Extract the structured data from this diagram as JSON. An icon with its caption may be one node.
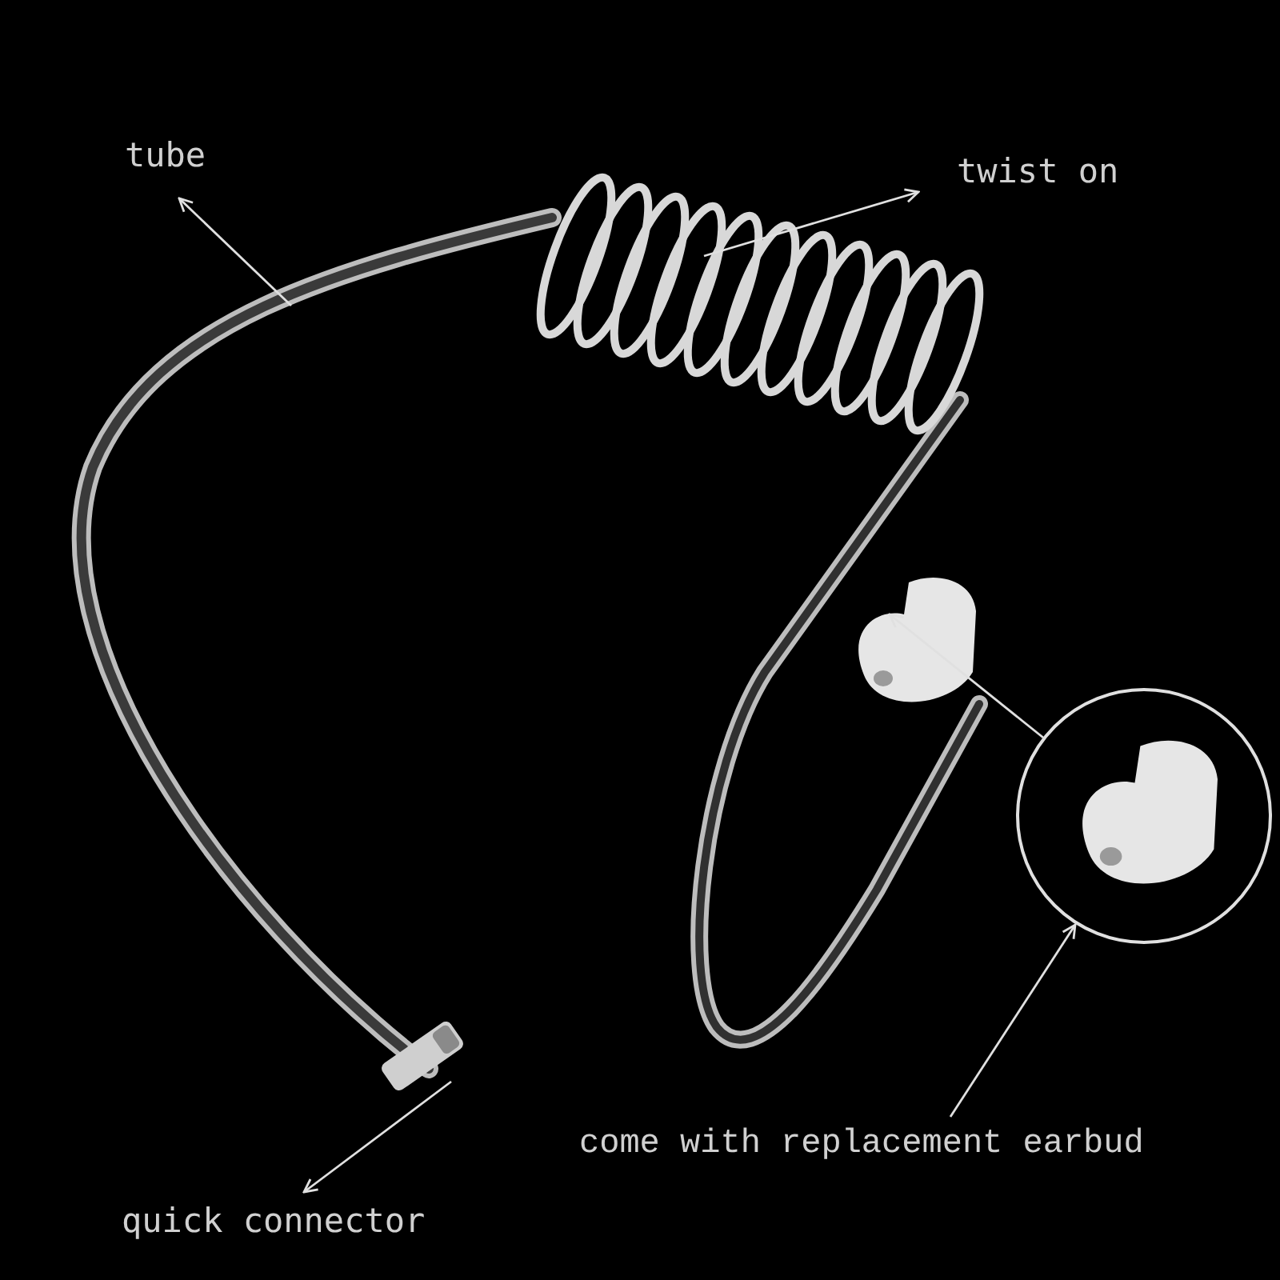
{
  "diagram": {
    "nodes": [
      {
        "text": [
          "tube"
        ]
      },
      {
        "text": [],
        "shape": "picture"
      },
      {
        "text": [
          "twist on"
        ]
      },
      {
        "text": [],
        "shape": "picture"
      },
      {
        "text": [],
        "shape": "picture"
      },
      {
        "text": [],
        "shape": "circle"
      },
      {
        "text": [
          "come with replacement earbud"
        ]
      },
      {
        "text": [],
        "shape": "picture"
      },
      {
        "text": [
          "quick connector"
        ]
      }
    ],
    "edges": [
      {
        "from": 1,
        "to": 0,
        "arrow": "to"
      },
      {
        "from": 3,
        "to": 2,
        "arrow": "to"
      },
      {
        "from": 5,
        "to": 4,
        "arrow": "to"
      },
      {
        "from": 6,
        "to": 5,
        "arrow": "to"
      },
      {
        "from": 7,
        "to": 8,
        "arrow": "to"
      }
    ]
  }
}
